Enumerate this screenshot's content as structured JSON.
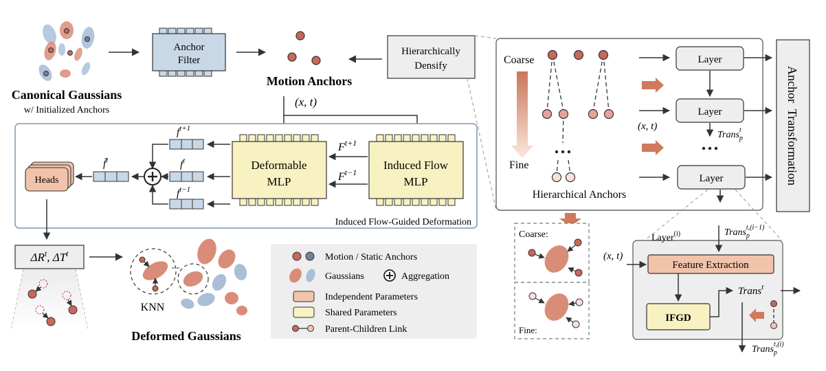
{
  "canonical": {
    "title": "Canonical Gaussians",
    "subtitle": "w/ Initialized Anchors"
  },
  "anchor_filter": {
    "line1": "Anchor",
    "line2": "Filter"
  },
  "motion_anchors": {
    "title": "Motion Anchors"
  },
  "densify": {
    "line1": "Hierarchically",
    "line2": "Densify"
  },
  "xt": "(x, t)",
  "deform": {
    "f_next": "f",
    "f_next_sup": "t+1",
    "f_cur": "f",
    "f_cur_sup": "t",
    "f_prev": "f",
    "f_prev_sup": "t−1",
    "f_tilde": "f̃",
    "f_tilde_sup": "t",
    "F_next": "F",
    "F_next_sup": "t+1",
    "F_prev": "F",
    "F_prev_sup": "t−1",
    "deformable_line1": "Deformable",
    "deformable_line2": "MLP",
    "induced_line1": "Induced Flow",
    "induced_line2": "MLP",
    "heads": "Heads",
    "caption": "Induced Flow-Guided Deformation"
  },
  "delta": "ΔR^t, ΔT^t",
  "delta_parts": {
    "a": "ΔR",
    "a_sup": "t",
    "sep": ", ",
    "b": "ΔT",
    "b_sup": "t"
  },
  "knn": "KNN",
  "deformed": {
    "title": "Deformed Gaussians"
  },
  "legend": {
    "motion_static": "Motion / Static Anchors",
    "gaussians": "Gaussians",
    "aggregation": "Aggregation",
    "independent": "Independent Parameters",
    "shared": "Shared Parameters",
    "link": "Parent-Children Link"
  },
  "hier": {
    "coarse": "Coarse",
    "fine": "Fine",
    "caption": "Hierarchical Anchors",
    "layer": "Layer",
    "trans_p": "Trans",
    "trans_p_sub": "p",
    "trans_p_sup": "t",
    "side": "Anchor  Transformation"
  },
  "zoom": {
    "coarse": "Coarse:",
    "fine": "Fine:"
  },
  "layer_detail": {
    "layer_i": "Layer",
    "layer_i_sup": "(i)",
    "trans_in": "Trans",
    "trans_in_sub": "p",
    "trans_in_sup": "t,(i−1)",
    "feature": "Feature Extraction",
    "ifgd": "IFGD",
    "trans_t": "Trans",
    "trans_t_sup": "t",
    "trans_out": "Trans",
    "trans_out_sub": "p",
    "trans_out_sup": "t,(i)"
  },
  "colors": {
    "motion": "#c8675a",
    "static": "#6f819c",
    "gauss_red": "#d98d78",
    "gauss_blue": "#a9bfd8",
    "independent": "#f2c3ab",
    "shared": "#f8f1c2",
    "filter": "#c8d8e6",
    "arrow_orange": "#cf7a5c"
  }
}
